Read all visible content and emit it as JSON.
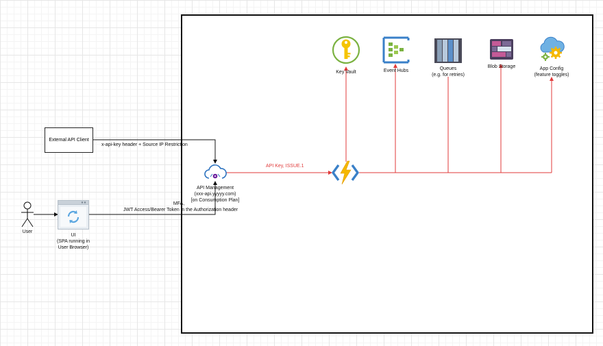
{
  "diagram": {
    "external_client": "External API Client",
    "user": "User",
    "ui": [
      "UI",
      "(SPA running in",
      "User Browser)"
    ],
    "apim": [
      "API Management",
      "(xxx-api.yyyyy.com)",
      "[on Consumption Plan]"
    ],
    "edges": {
      "client_to_apim": "x-api-key header + Source IP Restriction",
      "ui_to_apim_line1": "MFA,",
      "ui_to_apim_line2": "JWT Access/Bearer Token in the Authorization header",
      "apim_to_function": "API Key, ISSUE.1"
    },
    "services": {
      "key_vault": "Key Vault",
      "event_hubs": "Event Hubs",
      "queues": [
        "Queues",
        "(e.g. for retries)"
      ],
      "blob_storage": "Blob Storage",
      "app_config": [
        "App Config",
        "(feature toggles)"
      ]
    },
    "colors": {
      "edge_red": "#e03a3a",
      "edge_black": "#111111",
      "function_yellow": "#f5b800",
      "azure_blue": "#2f74c0"
    }
  }
}
